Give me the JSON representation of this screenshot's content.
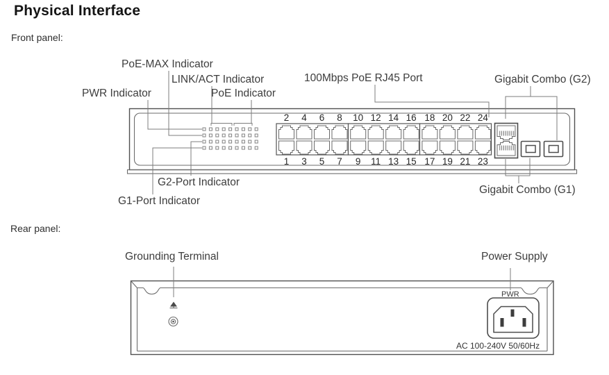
{
  "page": {
    "title": "Physical Interface"
  },
  "sections": {
    "front": "Front panel:",
    "rear": "Rear panel:"
  },
  "front_panel": {
    "labels": {
      "poe_max": "PoE-MAX Indicator",
      "link_act": "LINK/ACT Indicator",
      "pwr": "PWR Indicator",
      "poe": "PoE Indicator",
      "rj45": "100Mbps PoE RJ45 Port",
      "combo_g2": "Gigabit Combo (G2)",
      "combo_g1": "Gigabit Combo (G1)",
      "g2_port": "G2-Port Indicator",
      "g1_port": "G1-Port Indicator"
    },
    "ports": {
      "top_row": [
        "2",
        "4",
        "6",
        "8",
        "10",
        "12",
        "14",
        "16",
        "18",
        "20",
        "22",
        "24"
      ],
      "bottom_row": [
        "1",
        "3",
        "5",
        "7",
        "9",
        "11",
        "13",
        "15",
        "17",
        "19",
        "21",
        "23"
      ]
    },
    "led_grid": {
      "rows": 4,
      "columns": 9
    }
  },
  "rear_panel": {
    "labels": {
      "grounding": "Grounding Terminal",
      "power_supply": "Power Supply",
      "pwr": "PWR",
      "ac_rating": "AC 100-240V 50/60Hz"
    }
  },
  "colors": {
    "background": "#ffffff",
    "title": "#141414",
    "text": "#3d3d3d",
    "panel_line": "#4f4f4f",
    "leader_line": "#7d7d7d"
  }
}
